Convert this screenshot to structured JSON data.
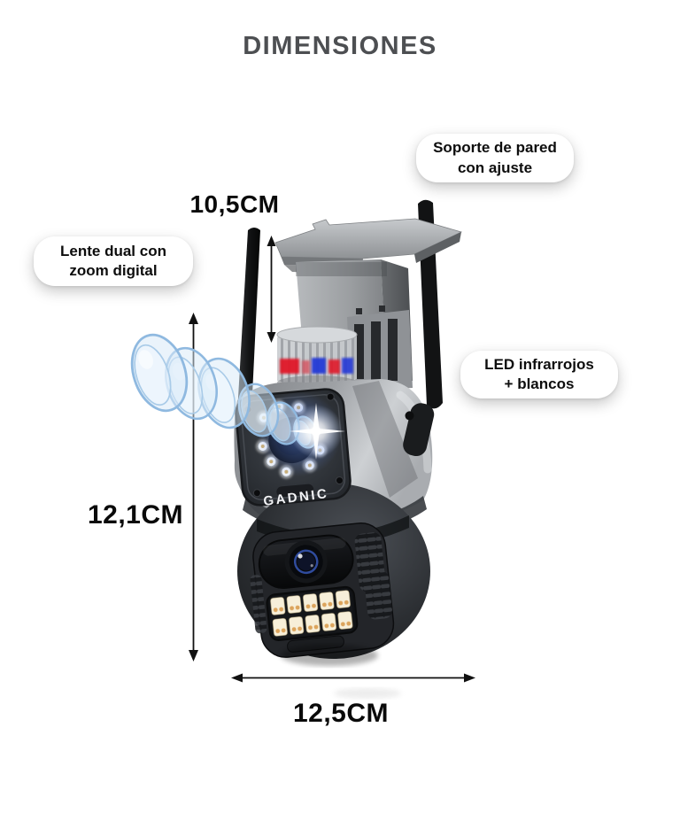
{
  "title": "DIMENSIONES",
  "brand": "GADNIC",
  "callouts": {
    "wall_mount": {
      "line1": "Soporte de pared",
      "line2": "con ajuste"
    },
    "dual_lens": {
      "line1": "Lente dual con",
      "line2": "zoom digital"
    },
    "leds": {
      "line1": "LED infrarrojos",
      "line2": "+ blancos"
    }
  },
  "dimensions": {
    "mount_height": "10,5CM",
    "body_height": "12,1CM",
    "width": "12,5CM"
  },
  "colors": {
    "title": "#4d4f52",
    "text": "#0a0a0a",
    "callout_bg": "#ffffff",
    "led_red": "#e01728",
    "led_blue": "#2139d6",
    "body_silver": "#a7aaae",
    "camera_dark": "#202225",
    "lens_glass_blue": "#8fb9e0"
  }
}
